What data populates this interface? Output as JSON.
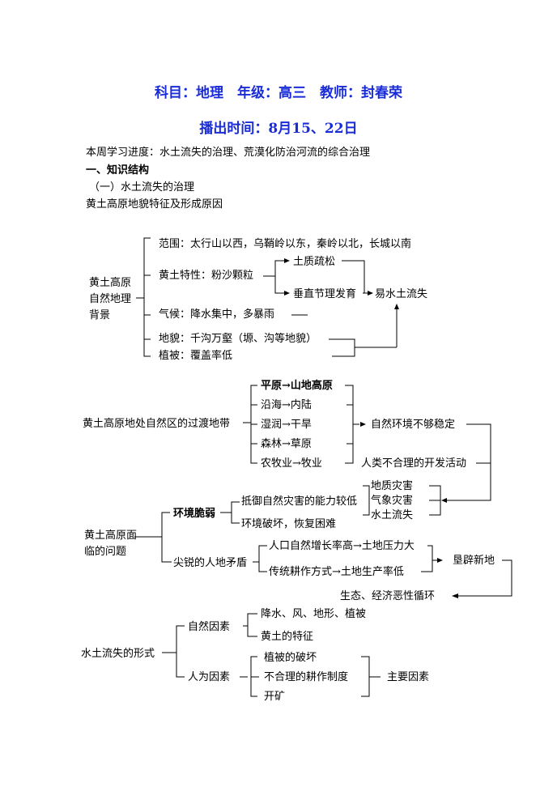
{
  "header": {
    "line1": "科目：地理　年级：高三　教师：封春荣",
    "line2": "播出时间：8月15、22日"
  },
  "intro": {
    "progress": "本周学习进度：水土流失的治理、荒漠化防治河流的综合治理",
    "section1": "一、知识结构",
    "sub1": "（一）水土流失的治理",
    "sub1_title": "黄土高原地貌特征及形成原因"
  },
  "diagram1": {
    "root": [
      "黄土高原",
      "自然地理",
      "背景"
    ],
    "range": "范围：太行山以西，乌鞘岭以东，秦岭以北，长城以南",
    "soil": "黄土特性：粉沙颗粒",
    "soil_a": "土质疏松",
    "soil_b": "垂直节理发育",
    "result": "易水土流失",
    "climate": "气候：降水集中，多暴雨",
    "landform": "地貌：千沟万壑（塬、沟等地貌）",
    "vegetation": "植被：覆盖率低"
  },
  "diagram2": {
    "root": "黄土高原地处自然区的过渡地带",
    "items": [
      {
        "from": "平原",
        "to": "山地高原"
      },
      {
        "from": "沿海",
        "to": "内陆"
      },
      {
        "from": "湿润",
        "to": "干旱"
      },
      {
        "from": "森林",
        "to": "草原"
      },
      {
        "from": "农牧业",
        "to": "牧业"
      }
    ],
    "result1": "自然环境不够稳定",
    "result2": "人类不合理的开发活动"
  },
  "diagram3": {
    "root": [
      "黄土高原面",
      "临的问题"
    ],
    "fragile": "环境脆弱",
    "resist": "抵御自然灾害的能力较低",
    "disasters": [
      "地质灾害",
      "气象灾害",
      "水土流失"
    ],
    "damage": "环境破坏，恢复困难",
    "conflict": "尖锐的人地矛盾",
    "pop_a": "人口自然增长率高",
    "pop_b": "土地压力大",
    "farm_a": "传统耕作方式",
    "farm_b": "土地生产率低",
    "reclaim": "垦辟新地",
    "cycle": "生态、经济恶性循环"
  },
  "diagram4": {
    "root": "水土流失的形式",
    "natural": "自然因素",
    "natural_items": [
      "降水、风、地形、植被",
      "黄土的特征"
    ],
    "human": "人为因素",
    "human_items": [
      "植被的破坏",
      "不合理的耕作制度",
      "开矿"
    ],
    "main": "主要因素"
  }
}
